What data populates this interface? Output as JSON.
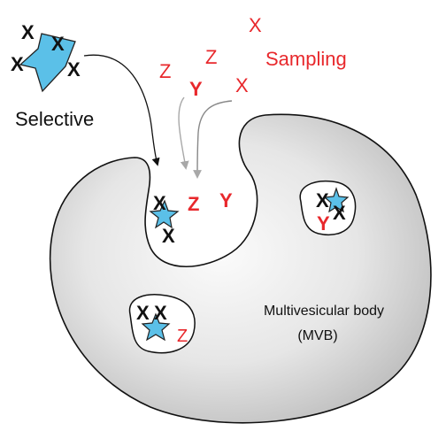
{
  "labels": {
    "selective": "Selective",
    "sampling": "Sampling",
    "mvb_title": "Multivesicular body",
    "mvb_abbrev": "(MVB)"
  },
  "cargo": {
    "x": "X",
    "y": "Y",
    "z": "Z"
  },
  "colors": {
    "star_fill": "#5bc0e8",
    "cargo_red": "#e8282c",
    "cargo_black": "#111111",
    "arrow_black": "#111111",
    "arrow_gray": "#a8a8a8",
    "body_light": "#f7f7f7",
    "body_dark": "#bdbdbd"
  }
}
